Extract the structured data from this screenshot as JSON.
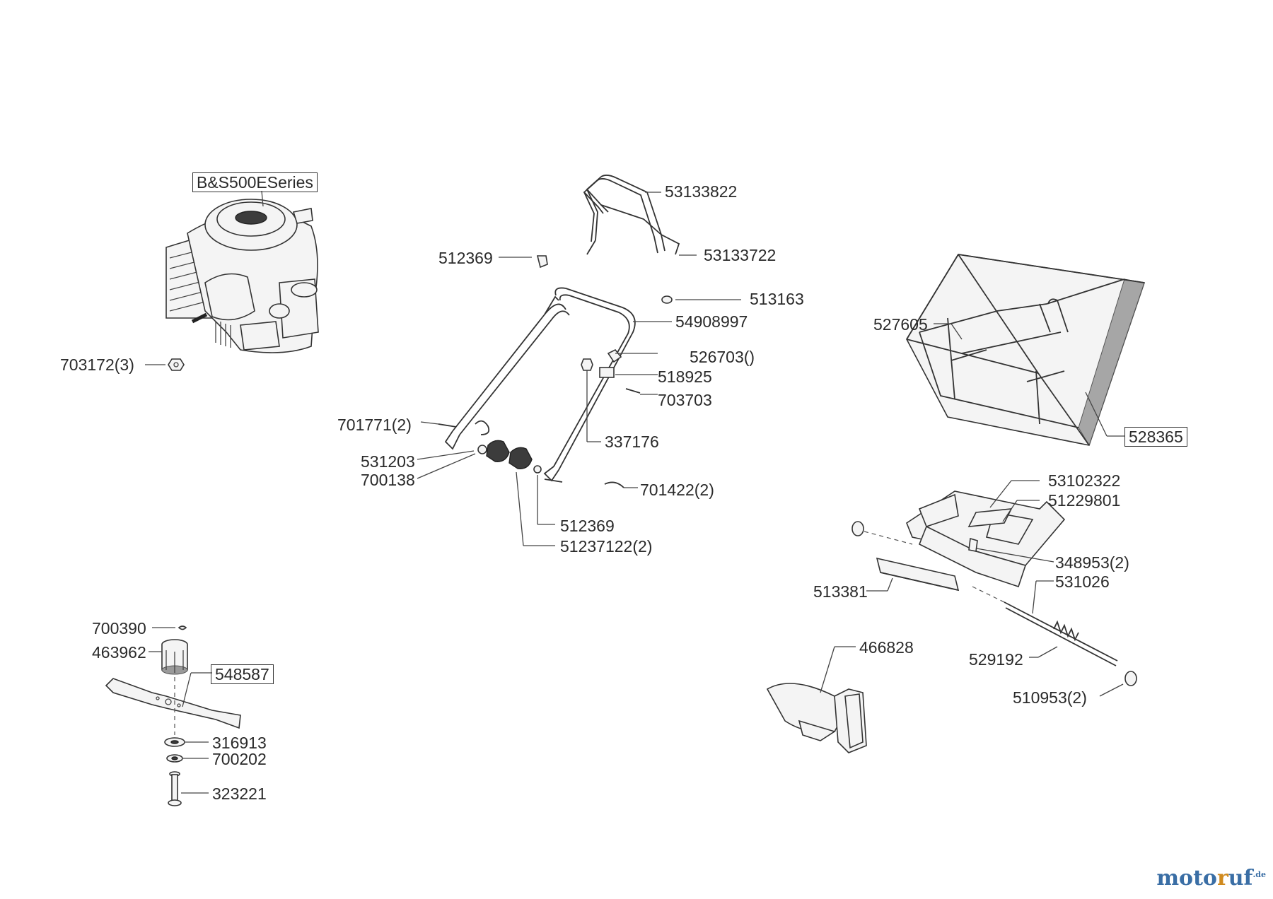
{
  "labels": {
    "engine_box": "B&S500ESeries",
    "p703172": "703172(3)",
    "p53133822": "53133822",
    "p512369a": "512369",
    "p53133722": "53133722",
    "p513163": "513163",
    "p54908997": "54908997",
    "p526703": "526703()",
    "p518925": "518925",
    "p703703": "703703",
    "p701771": "701771(2)",
    "p337176": "337176",
    "p531203": "531203",
    "p700138": "700138",
    "p701422": "701422(2)",
    "p512369b": "512369",
    "p51237122": "51237122(2)",
    "p527605": "527605",
    "p528365": "528365",
    "p53102322": "53102322",
    "p51229801": "51229801",
    "p348953": "348953(2)",
    "p513381": "513381",
    "p531026": "531026",
    "p466828": "466828",
    "p529192": "529192",
    "p510953": "510953(2)",
    "p700390": "700390",
    "p463962": "463962",
    "p548587": "548587",
    "p316913": "316913",
    "p700202": "700202",
    "p323221": "323221"
  },
  "logo": {
    "part1": "moto",
    "part2": "r",
    "part3": "uf",
    "suffix": ".de"
  },
  "icons": {
    "engine": "engine-icon",
    "handle": "handle-icon",
    "grass_bag": "grass-catcher-icon",
    "deflector": "rear-flap-icon",
    "blade": "blade-icon"
  }
}
